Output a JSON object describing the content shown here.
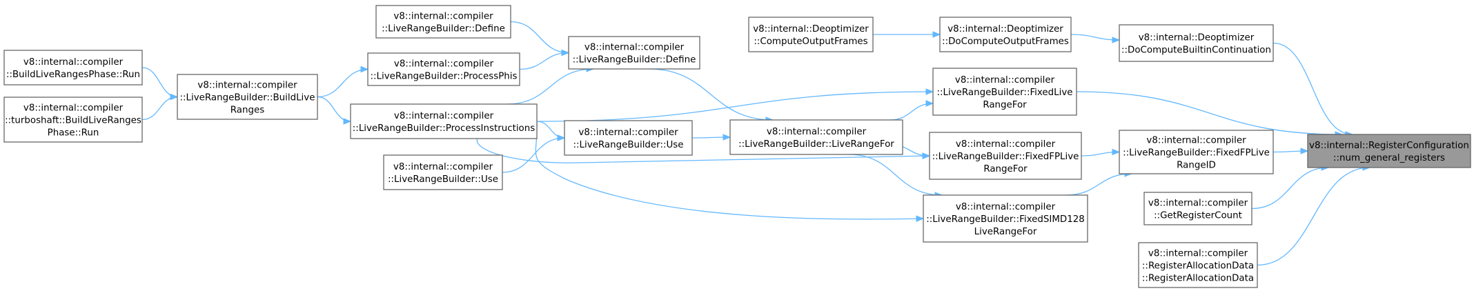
{
  "graph": {
    "nodes": [
      {
        "id": "n0",
        "lines": [
          "v8::internal::RegisterConfiguration",
          "::num_general_registers"
        ],
        "root": true
      },
      {
        "id": "n1",
        "lines": [
          "v8::internal::Deoptimizer",
          "::DoComputeBuiltinContinuation"
        ]
      },
      {
        "id": "n2",
        "lines": [
          "v8::internal::Deoptimizer",
          "::DoComputeOutputFrames"
        ]
      },
      {
        "id": "n3",
        "lines": [
          "v8::internal::Deoptimizer",
          "::ComputeOutputFrames"
        ]
      },
      {
        "id": "n4",
        "lines": [
          "v8::internal::compiler",
          "::LiveRangeBuilder::FixedLive",
          "RangeFor"
        ]
      },
      {
        "id": "n5",
        "lines": [
          "v8::internal::compiler",
          "::LiveRangeBuilder::LiveRangeFor"
        ]
      },
      {
        "id": "n6",
        "lines": [
          "v8::internal::compiler",
          "::LiveRangeBuilder::Define"
        ]
      },
      {
        "id": "n7",
        "lines": [
          "v8::internal::compiler",
          "::LiveRangeBuilder::Define"
        ]
      },
      {
        "id": "n8",
        "lines": [
          "v8::internal::compiler",
          "::LiveRangeBuilder::ProcessPhis"
        ]
      },
      {
        "id": "n9",
        "lines": [
          "v8::internal::compiler",
          "::LiveRangeBuilder::ProcessInstructions"
        ]
      },
      {
        "id": "n10",
        "lines": [
          "v8::internal::compiler",
          "::LiveRangeBuilder::BuildLive",
          "Ranges"
        ]
      },
      {
        "id": "n11",
        "lines": [
          "v8::internal::compiler",
          "::BuildLiveRangesPhase::Run"
        ]
      },
      {
        "id": "n12",
        "lines": [
          "v8::internal::compiler",
          "::turboshaft::BuildLiveRanges",
          "Phase::Run"
        ]
      },
      {
        "id": "n13",
        "lines": [
          "v8::internal::compiler",
          "::LiveRangeBuilder::Use"
        ]
      },
      {
        "id": "n14",
        "lines": [
          "v8::internal::compiler",
          "::LiveRangeBuilder::Use"
        ]
      },
      {
        "id": "n15",
        "lines": [
          "v8::internal::compiler",
          "::LiveRangeBuilder::FixedFPLive",
          "RangeID"
        ]
      },
      {
        "id": "n16",
        "lines": [
          "v8::internal::compiler",
          "::LiveRangeBuilder::FixedFPLive",
          "RangeFor"
        ]
      },
      {
        "id": "n17",
        "lines": [
          "v8::internal::compiler",
          "::LiveRangeBuilder::FixedSIMD128",
          "LiveRangeFor"
        ]
      },
      {
        "id": "n18",
        "lines": [
          "v8::internal::compiler",
          "::GetRegisterCount"
        ]
      },
      {
        "id": "n19",
        "lines": [
          "v8::internal::compiler",
          "::RegisterAllocationData",
          "::RegisterAllocationData"
        ]
      }
    ],
    "edges": [
      {
        "from": "n1",
        "to": "n0"
      },
      {
        "from": "n4",
        "to": "n0"
      },
      {
        "from": "n15",
        "to": "n0"
      },
      {
        "from": "n18",
        "to": "n0"
      },
      {
        "from": "n19",
        "to": "n0"
      },
      {
        "from": "n2",
        "to": "n1"
      },
      {
        "from": "n3",
        "to": "n2"
      },
      {
        "from": "n5",
        "to": "n4"
      },
      {
        "from": "n9",
        "to": "n4"
      },
      {
        "from": "n6",
        "to": "n5"
      },
      {
        "from": "n13",
        "to": "n5"
      },
      {
        "from": "n7",
        "to": "n6"
      },
      {
        "from": "n8",
        "to": "n6"
      },
      {
        "from": "n9",
        "to": "n6"
      },
      {
        "from": "n10",
        "to": "n8"
      },
      {
        "from": "n10",
        "to": "n9"
      },
      {
        "from": "n11",
        "to": "n10"
      },
      {
        "from": "n12",
        "to": "n10"
      },
      {
        "from": "n9",
        "to": "n13"
      },
      {
        "from": "n14",
        "to": "n13"
      },
      {
        "from": "n16",
        "to": "n15"
      },
      {
        "from": "n17",
        "to": "n15"
      },
      {
        "from": "n5",
        "to": "n16"
      },
      {
        "from": "n9",
        "to": "n16"
      },
      {
        "from": "n5",
        "to": "n17"
      },
      {
        "from": "n9",
        "to": "n17"
      }
    ]
  }
}
